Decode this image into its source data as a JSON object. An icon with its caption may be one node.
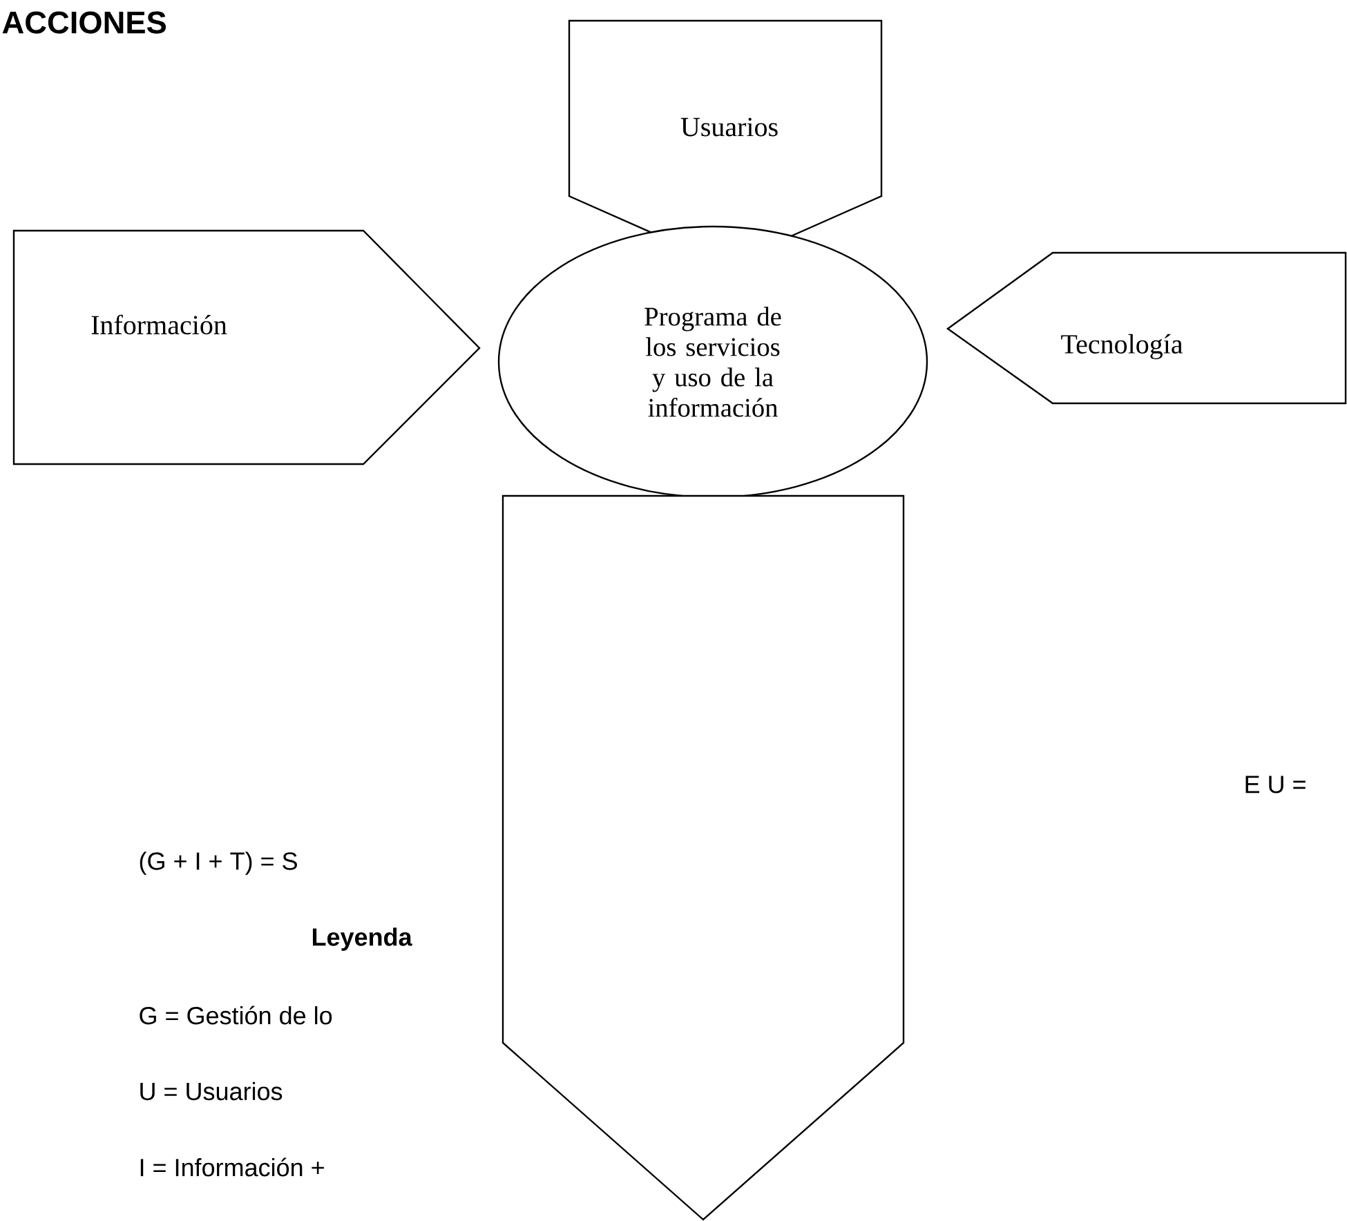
{
  "diagram": {
    "title": "ACCIONES",
    "nodes": [
      {
        "text": [
          "Usuarios"
        ]
      },
      {
        "text": [
          "Información"
        ]
      },
      {
        "text": [
          "Programa de los servicios y uso de la información"
        ]
      },
      {
        "text": [
          "Tecnología"
        ]
      },
      {
        "text": [],
        "shape": "pentagon"
      }
    ],
    "labels": [
      "E U =",
      "(G + I + T) = S",
      "Leyenda",
      "G = Gestión de lo",
      "U = Usuarios",
      "I = Información +"
    ]
  }
}
